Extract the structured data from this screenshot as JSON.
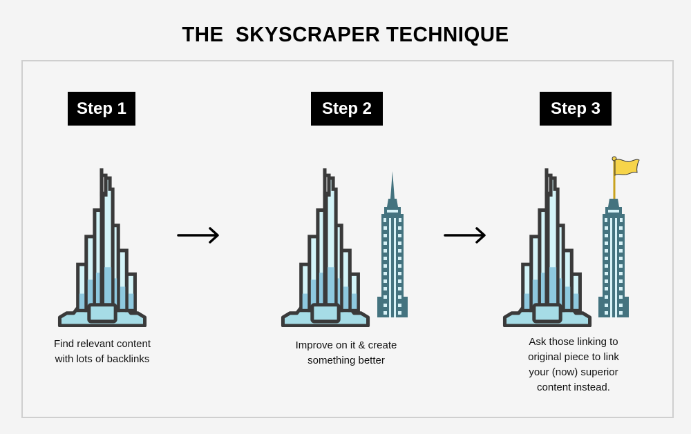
{
  "title": "THE  SKYSCRAPER TECHNIQUE",
  "steps": [
    {
      "label": "Step 1",
      "description_lines": [
        "Find relevant content",
        "with lots of backlinks"
      ]
    },
    {
      "label": "Step 2",
      "description_lines": [
        "Improve on it & create",
        "something better"
      ]
    },
    {
      "label": "Step 3",
      "description_lines": [
        "Ask those linking to",
        "original piece to link",
        "your (now) superior",
        "content instead."
      ]
    }
  ],
  "icons": {
    "arrow": "right-arrow",
    "tall_tower": "burj-khalifa-skyscraper",
    "better_tower": "empire-state-skyscraper",
    "flag": "yellow-flag"
  },
  "colors": {
    "background": "#f4f4f4",
    "frame_border": "#cfcfcf",
    "step_badge_bg": "#000000",
    "step_badge_text": "#ffffff",
    "tower_outline": "#3a3a3a",
    "tower_light": "#d4f4f8",
    "tower_mid": "#8ec9df",
    "empire_body": "#44737f",
    "empire_window": "#d8f2f7",
    "flag": "#f6d44a"
  }
}
